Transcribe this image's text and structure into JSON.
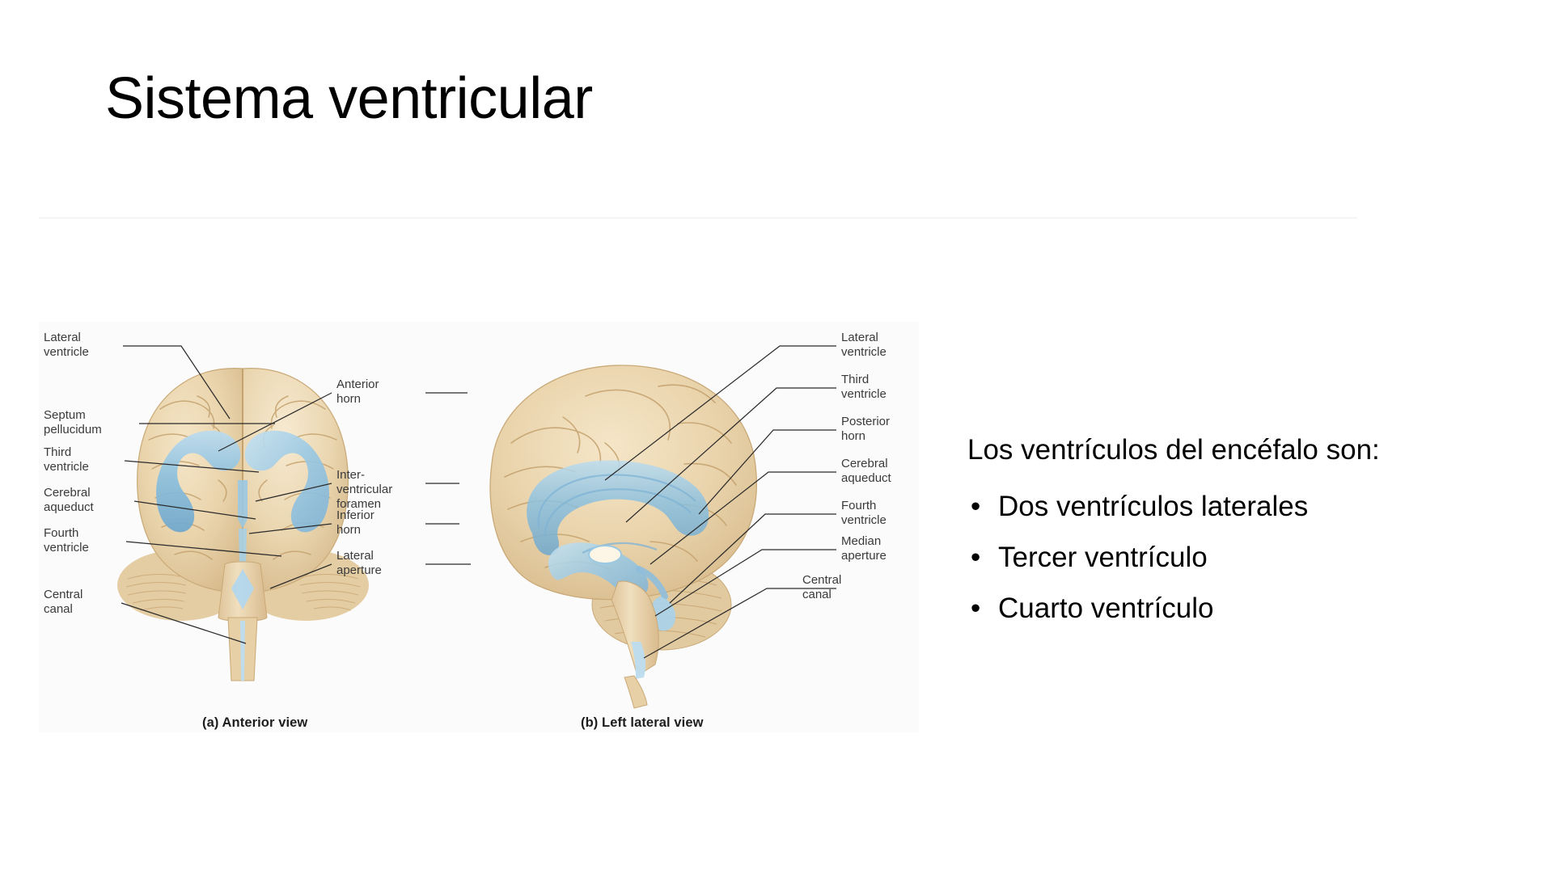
{
  "slide": {
    "title": "Sistema ventricular",
    "background_color": "#ffffff",
    "title_color": "#000000",
    "divider_color": "#ededed"
  },
  "body": {
    "lead": "Los ventrículos del encéfalo son:",
    "bullet_marker": "•",
    "bullets": [
      "Dos ventrículos laterales",
      "Tercer ventrículo",
      "Cuarto ventrículo"
    ]
  },
  "figure": {
    "background_color": "#fbfbfb",
    "brain_color": "#e9d3ab",
    "brain_shadow_color": "#d3b785",
    "ventricle_color": "#8ebedd",
    "leader_line_color": "#2b2b2b",
    "label_color": "#3a3a3a",
    "captions": {
      "a": "(a) Anterior view",
      "b": "(b) Left lateral view"
    },
    "labels_left": [
      "Lateral\nventricle",
      "Septum\npellucidum",
      "Third\nventricle",
      "Cerebral\naqueduct",
      "Fourth\nventricle",
      "Central\ncanal"
    ],
    "labels_left_lines": [
      [
        "Lateral",
        "ventricle"
      ],
      [
        "Septum",
        "pellucidum"
      ],
      [
        "Third",
        "ventricle"
      ],
      [
        "Cerebral",
        "aqueduct"
      ],
      [
        "Fourth",
        "ventricle"
      ],
      [
        "Central",
        "canal"
      ]
    ],
    "labels_middle_lines": [
      [
        "Anterior",
        "horn"
      ],
      [
        "Inter-",
        "ventricular",
        "foramen"
      ],
      [
        "Inferior",
        "horn"
      ],
      [
        "Lateral",
        "aperture"
      ]
    ],
    "labels_right_lines": [
      [
        "Lateral",
        "ventricle"
      ],
      [
        "Third",
        "ventricle"
      ],
      [
        "Posterior",
        "horn"
      ],
      [
        "Cerebral",
        "aqueduct"
      ],
      [
        "Fourth",
        "ventricle"
      ],
      [
        "Median",
        "aperture"
      ],
      [
        "Central",
        "canal"
      ]
    ]
  }
}
